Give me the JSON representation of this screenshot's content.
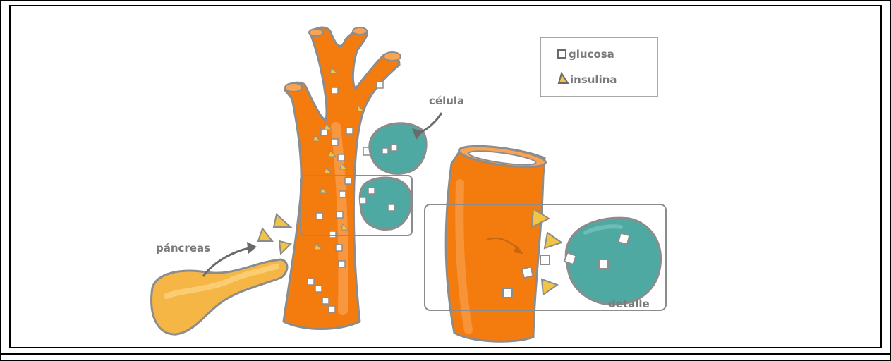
{
  "labels": {
    "pancreas": "páncreas",
    "cell": "célula",
    "detail": "detalle"
  },
  "legend": {
    "items": [
      {
        "icon": "square-glucose-icon",
        "label": "glucosa"
      },
      {
        "icon": "triangle-insulin-icon",
        "label": "insulina"
      }
    ]
  },
  "colors": {
    "vessel": "#f47c0f",
    "vessel_highlight": "#f9a355",
    "pancreas": "#f5b646",
    "cell": "#4fa9a3",
    "insulin": "#f2c443",
    "outline": "#8c8c8c",
    "glucose": "#ffffff"
  }
}
